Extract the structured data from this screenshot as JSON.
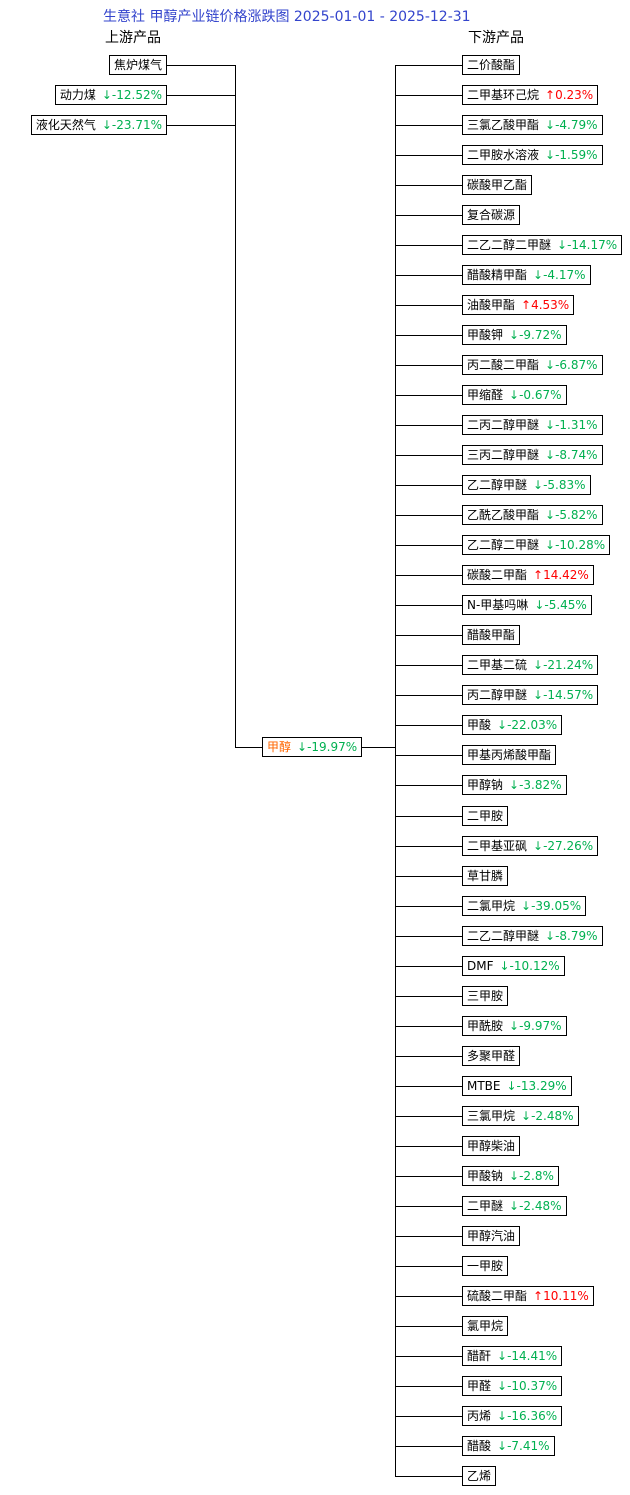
{
  "title": "生意社 甲醇产业链价格涨跌图 2025-01-01 - 2025-12-31",
  "upstream_header": "上游产品",
  "downstream_header": "下游产品",
  "colors": {
    "title": "#3344cc",
    "up": "#ff0000",
    "down": "#00b050",
    "center_name": "#ff6600",
    "line": "#000000",
    "node_border": "#000000",
    "background": "#ffffff"
  },
  "center": {
    "name": "甲醇",
    "change": {
      "dir": "down",
      "pct": "-19.97%"
    }
  },
  "upstream": [
    {
      "name": "焦炉煤气",
      "change": null
    },
    {
      "name": "动力煤",
      "change": {
        "dir": "down",
        "pct": "-12.52%"
      }
    },
    {
      "name": "液化天然气",
      "change": {
        "dir": "down",
        "pct": "-23.71%"
      }
    }
  ],
  "downstream": [
    {
      "name": "二价酸酯",
      "change": null
    },
    {
      "name": "二甲基环己烷",
      "change": {
        "dir": "up",
        "pct": "0.23%"
      }
    },
    {
      "name": "三氯乙酸甲酯",
      "change": {
        "dir": "down",
        "pct": "-4.79%"
      }
    },
    {
      "name": "二甲胺水溶液",
      "change": {
        "dir": "down",
        "pct": "-1.59%"
      }
    },
    {
      "name": "碳酸甲乙酯",
      "change": null
    },
    {
      "name": "复合碳源",
      "change": null
    },
    {
      "name": "二乙二醇二甲醚",
      "change": {
        "dir": "down",
        "pct": "-14.17%"
      }
    },
    {
      "name": "醋酸精甲酯",
      "change": {
        "dir": "down",
        "pct": "-4.17%"
      }
    },
    {
      "name": "油酸甲酯",
      "change": {
        "dir": "up",
        "pct": "4.53%"
      }
    },
    {
      "name": "甲酸钾",
      "change": {
        "dir": "down",
        "pct": "-9.72%"
      }
    },
    {
      "name": "丙二酸二甲酯",
      "change": {
        "dir": "down",
        "pct": "-6.87%"
      }
    },
    {
      "name": "甲缩醛",
      "change": {
        "dir": "down",
        "pct": "-0.67%"
      }
    },
    {
      "name": "二丙二醇甲醚",
      "change": {
        "dir": "down",
        "pct": "-1.31%"
      }
    },
    {
      "name": "三丙二醇甲醚",
      "change": {
        "dir": "down",
        "pct": "-8.74%"
      }
    },
    {
      "name": "乙二醇甲醚",
      "change": {
        "dir": "down",
        "pct": "-5.83%"
      }
    },
    {
      "name": "乙酰乙酸甲酯",
      "change": {
        "dir": "down",
        "pct": "-5.82%"
      }
    },
    {
      "name": "乙二醇二甲醚",
      "change": {
        "dir": "down",
        "pct": "-10.28%"
      }
    },
    {
      "name": "碳酸二甲酯",
      "change": {
        "dir": "up",
        "pct": "14.42%"
      }
    },
    {
      "name": "N-甲基吗啉",
      "change": {
        "dir": "down",
        "pct": "-5.45%"
      }
    },
    {
      "name": "醋酸甲酯",
      "change": null
    },
    {
      "name": "二甲基二硫",
      "change": {
        "dir": "down",
        "pct": "-21.24%"
      }
    },
    {
      "name": "丙二醇甲醚",
      "change": {
        "dir": "down",
        "pct": "-14.57%"
      }
    },
    {
      "name": "甲酸",
      "change": {
        "dir": "down",
        "pct": "-22.03%"
      }
    },
    {
      "name": "甲基丙烯酸甲酯",
      "change": null
    },
    {
      "name": "甲醇钠",
      "change": {
        "dir": "down",
        "pct": "-3.82%"
      }
    },
    {
      "name": "二甲胺",
      "change": null
    },
    {
      "name": "二甲基亚砜",
      "change": {
        "dir": "down",
        "pct": "-27.26%"
      }
    },
    {
      "name": "草甘膦",
      "change": null
    },
    {
      "name": "二氯甲烷",
      "change": {
        "dir": "down",
        "pct": "-39.05%"
      }
    },
    {
      "name": "二乙二醇甲醚",
      "change": {
        "dir": "down",
        "pct": "-8.79%"
      }
    },
    {
      "name": "DMF",
      "change": {
        "dir": "down",
        "pct": "-10.12%"
      }
    },
    {
      "name": "三甲胺",
      "change": null
    },
    {
      "name": "甲酰胺",
      "change": {
        "dir": "down",
        "pct": "-9.97%"
      }
    },
    {
      "name": "多聚甲醛",
      "change": null
    },
    {
      "name": "MTBE",
      "change": {
        "dir": "down",
        "pct": "-13.29%"
      }
    },
    {
      "name": "三氯甲烷",
      "change": {
        "dir": "down",
        "pct": "-2.48%"
      }
    },
    {
      "name": "甲醇柴油",
      "change": null
    },
    {
      "name": "甲酸钠",
      "change": {
        "dir": "down",
        "pct": "-2.8%"
      }
    },
    {
      "name": "二甲醚",
      "change": {
        "dir": "down",
        "pct": "-2.48%"
      }
    },
    {
      "name": "甲醇汽油",
      "change": null
    },
    {
      "name": "一甲胺",
      "change": null
    },
    {
      "name": "硫酸二甲酯",
      "change": {
        "dir": "up",
        "pct": "10.11%"
      }
    },
    {
      "name": "氯甲烷",
      "change": null
    },
    {
      "name": "醋酐",
      "change": {
        "dir": "down",
        "pct": "-14.41%"
      }
    },
    {
      "name": "甲醛",
      "change": {
        "dir": "down",
        "pct": "-10.37%"
      }
    },
    {
      "name": "丙烯",
      "change": {
        "dir": "down",
        "pct": "-16.36%"
      }
    },
    {
      "name": "醋酸",
      "change": {
        "dir": "down",
        "pct": "-7.41%"
      }
    },
    {
      "name": "乙烯",
      "change": null
    }
  ]
}
